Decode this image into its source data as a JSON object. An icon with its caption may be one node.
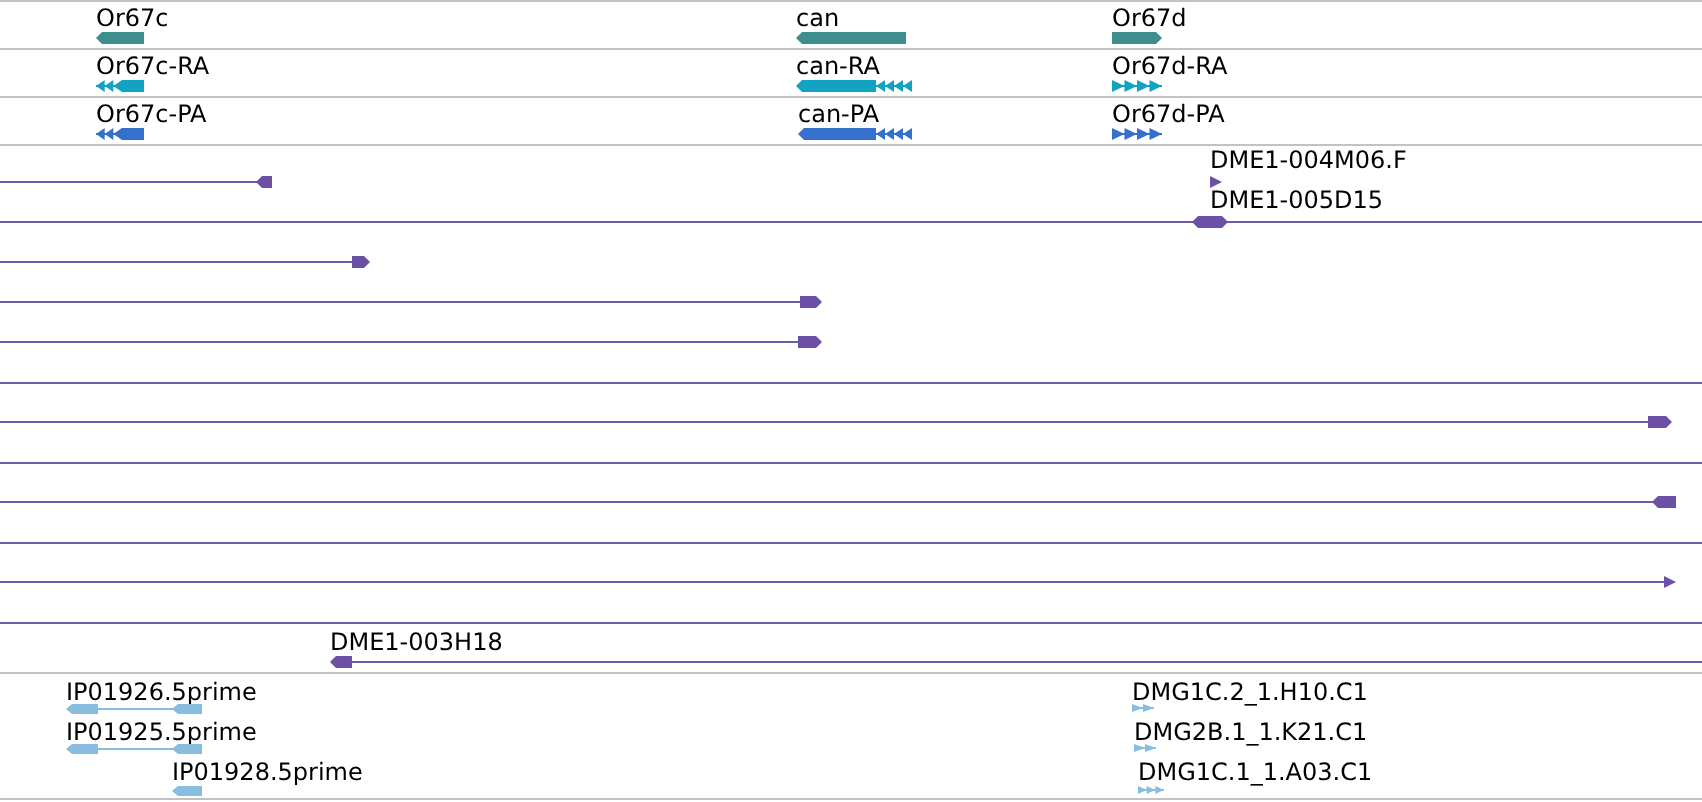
{
  "diagram": {
    "nodes": [
      {
        "text": [
          "Or67c"
        ]
      },
      {
        "text": [
          "can"
        ]
      },
      {
        "text": [
          "Or67d"
        ]
      },
      {
        "text": [
          "Or67c-RA"
        ]
      },
      {
        "text": [
          "can-RA"
        ]
      },
      {
        "text": [
          "Or67d-RA"
        ]
      },
      {
        "text": [
          "Or67c-PA"
        ]
      },
      {
        "text": [
          "can-PA"
        ]
      },
      {
        "text": [
          "Or67d-PA"
        ]
      },
      {
        "text": [],
        "shape": "arrow"
      },
      {
        "text": [
          "DME1-004M06.F"
        ]
      },
      {
        "text": [
          "DME1-005D15"
        ]
      },
      {
        "text": [],
        "shape": "arrow"
      },
      {
        "text": [],
        "shape": "arrow"
      },
      {
        "text": [],
        "shape": "arrow"
      },
      {
        "text": [],
        "shape": "line"
      },
      {
        "text": [],
        "shape": "arrow"
      },
      {
        "text": [],
        "shape": "line"
      },
      {
        "text": [],
        "shape": "arrow"
      },
      {
        "text": [],
        "shape": "line"
      },
      {
        "text": [],
        "shape": "arrow"
      },
      {
        "text": [],
        "shape": "line"
      },
      {
        "text": [
          "DME1-003H18"
        ]
      },
      {
        "text": [
          "IP01926.5prime"
        ]
      },
      {
        "text": [
          "DMG1C.2_1.H10.C1"
        ]
      },
      {
        "text": [
          "IP01925.5prime"
        ]
      },
      {
        "text": [
          "DMG2B.1_1.K21.C1"
        ]
      },
      {
        "text": [
          "IP01928.5prime"
        ]
      },
      {
        "text": [
          "DMG1C.1_1.A03.C1"
        ]
      }
    ]
  }
}
